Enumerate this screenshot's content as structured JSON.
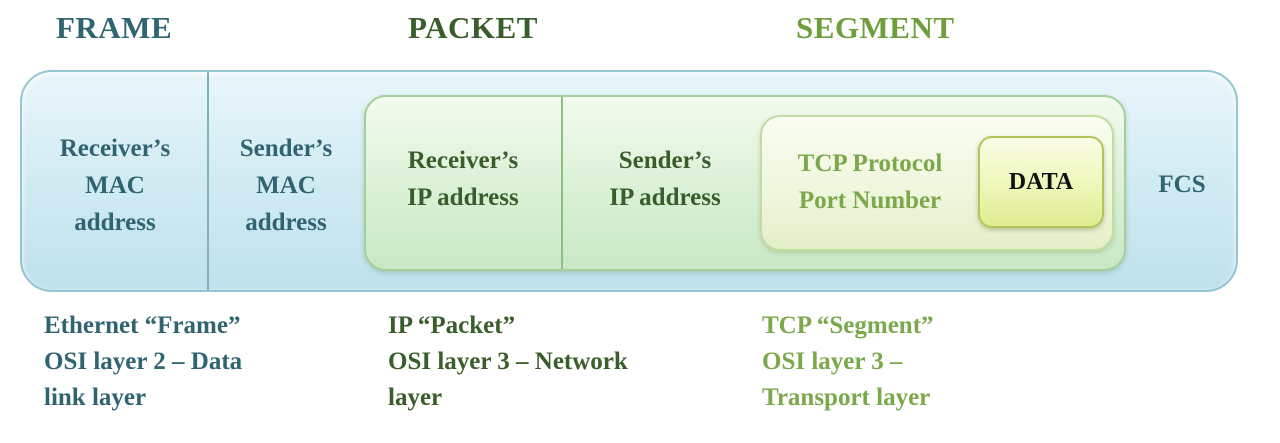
{
  "headers": {
    "frame": "FRAME",
    "packet": "PACKET",
    "segment": "SEGMENT"
  },
  "cells": {
    "receiver_mac": "Receiver’s\nMAC\naddress",
    "sender_mac": "Sender’s\nMAC\naddress",
    "receiver_ip": "Receiver’s\nIP address",
    "sender_ip": "Sender’s\nIP address",
    "tcp_port": "TCP Protocol\nPort Number",
    "data": "DATA",
    "fcs": "FCS"
  },
  "captions": {
    "frame": "Ethernet “Frame”\nOSI layer 2 – Data\nlink layer",
    "packet": "IP “Packet”\nOSI layer 3 – Network\nlayer",
    "segment": "TCP “Segment”\nOSI layer 3 –\nTransport layer"
  },
  "colors": {
    "frame_text": "#2f6470",
    "packet_text": "#3a5d2c",
    "segment_text": "#7ba84a",
    "frame_fill": "#cfeaf2",
    "packet_fill": "#daf0d6",
    "segment_fill": "#eef6dc",
    "data_fill": "#eef6b8"
  }
}
